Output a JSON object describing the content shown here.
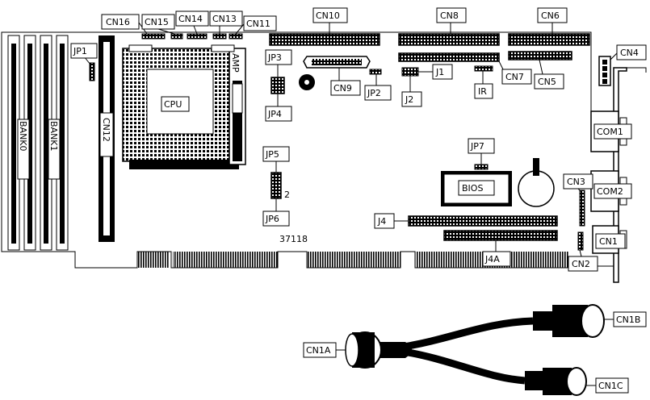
{
  "labels": {
    "cn16": "CN16",
    "cn15": "CN15",
    "cn14": "CN14",
    "cn13": "CN13",
    "cn11": "CN11",
    "cn10": "CN10",
    "cn8": "CN8",
    "cn6": "CN6",
    "cn4": "CN4",
    "jp1": "JP1",
    "jp3": "JP3",
    "jp4": "JP4",
    "cn9": "CN9",
    "jp2": "JP2",
    "j1": "J1",
    "j2": "J2",
    "cn7": "CN7",
    "ir": "IR",
    "cn5": "CN5",
    "cpu": "CPU",
    "amp": "AMP",
    "cn12": "CN12",
    "bank0": "BANK0",
    "bank1": "BANK1",
    "com1": "COM1",
    "com2": "COM2",
    "jp7": "JP7",
    "bios": "BIOS",
    "cn3": "CN3",
    "jp5": "JP5",
    "jp6": "JP6",
    "jp5_pin": "2",
    "j4": "J4",
    "j4a": "J4A",
    "cn1": "CN1",
    "cn2": "CN2",
    "part_number": "37118",
    "cn1a": "CN1A",
    "cn1b": "CN1B",
    "cn1c": "CN1C"
  }
}
